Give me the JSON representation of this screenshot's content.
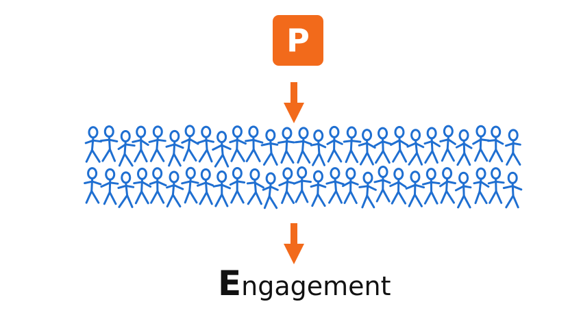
{
  "badge": {
    "letter": "P",
    "color": "#f26a1b"
  },
  "arrows": {
    "color": "#f26a1b"
  },
  "crowd": {
    "rows": 2,
    "figures_per_row": 27,
    "color": "#1f6fd1"
  },
  "outcome": {
    "initial": "E",
    "rest": "ngagement"
  }
}
